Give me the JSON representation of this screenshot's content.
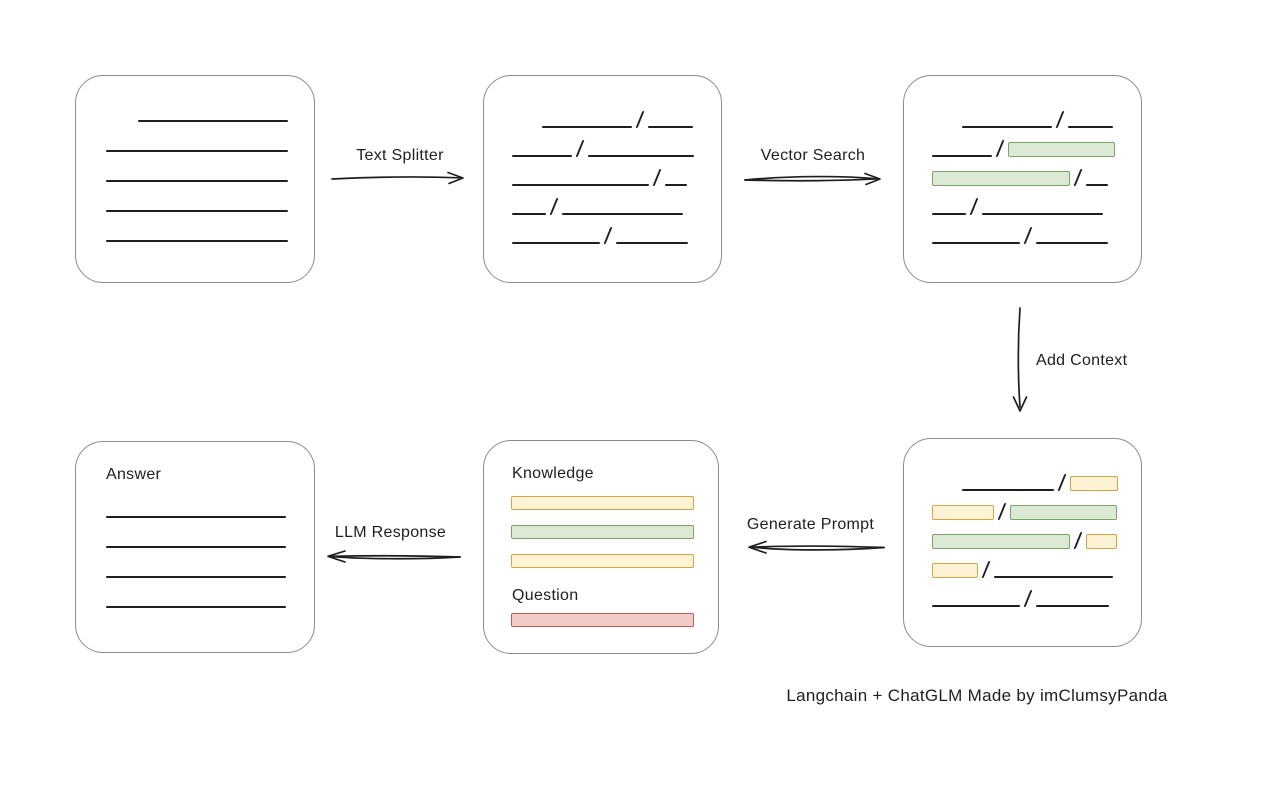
{
  "caption": "Langchain + ChatGLM Made by imClumsyPanda",
  "colors": {
    "ink": "#1e1e1e",
    "box_border": "#8c8c8c",
    "yellow_fill": "#fcf3d4",
    "yellow_border": "#d9a441",
    "green_fill": "#dcead5",
    "green_border": "#77a563",
    "red_fill": "#f1cbc8",
    "red_border": "#c05b56"
  },
  "arrows": {
    "text_splitter": {
      "label": "Text Splitter",
      "direction": "right"
    },
    "vector_search": {
      "label": "Vector Search",
      "direction": "right"
    },
    "add_context": {
      "label": "Add Context",
      "direction": "down"
    },
    "generate_prompt": {
      "label": "Generate Prompt",
      "direction": "left"
    },
    "llm_response": {
      "label": "LLM Response",
      "direction": "left"
    }
  },
  "nodes": {
    "source_document": {
      "lines": [
        {
          "w": 150,
          "ml": 32
        },
        {
          "w": 182
        },
        {
          "w": 182
        },
        {
          "w": 182
        },
        {
          "w": 182
        }
      ]
    },
    "split_chunks": {
      "rows": [
        [
          {
            "t": "line",
            "w": 90,
            "ml": 30
          },
          {
            "t": "slash"
          },
          {
            "t": "line",
            "w": 45
          }
        ],
        [
          {
            "t": "line",
            "w": 60
          },
          {
            "t": "slash"
          },
          {
            "t": "line",
            "w": 106
          }
        ],
        [
          {
            "t": "line",
            "w": 137
          },
          {
            "t": "slash"
          },
          {
            "t": "line",
            "w": 22
          }
        ],
        [
          {
            "t": "line",
            "w": 34
          },
          {
            "t": "slash"
          },
          {
            "t": "line",
            "w": 121
          }
        ],
        [
          {
            "t": "line",
            "w": 88
          },
          {
            "t": "slash"
          },
          {
            "t": "line",
            "w": 72
          }
        ]
      ]
    },
    "vector_result": {
      "rows": [
        [
          {
            "t": "line",
            "w": 90,
            "ml": 30
          },
          {
            "t": "slash"
          },
          {
            "t": "line",
            "w": 45
          }
        ],
        [
          {
            "t": "line",
            "w": 60
          },
          {
            "t": "slash"
          },
          {
            "t": "green",
            "w": 107
          }
        ],
        [
          {
            "t": "green",
            "w": 138
          },
          {
            "t": "slash"
          },
          {
            "t": "line",
            "w": 22
          }
        ],
        [
          {
            "t": "line",
            "w": 34
          },
          {
            "t": "slash"
          },
          {
            "t": "line",
            "w": 121
          }
        ],
        [
          {
            "t": "line",
            "w": 88
          },
          {
            "t": "slash"
          },
          {
            "t": "line",
            "w": 72
          }
        ]
      ]
    },
    "context_chunks": {
      "rows": [
        [
          {
            "t": "line",
            "w": 92,
            "ml": 30
          },
          {
            "t": "slash"
          },
          {
            "t": "yellow",
            "w": 48
          }
        ],
        [
          {
            "t": "yellow",
            "w": 62
          },
          {
            "t": "slash"
          },
          {
            "t": "green",
            "w": 107
          }
        ],
        [
          {
            "t": "green",
            "w": 138
          },
          {
            "t": "slash"
          },
          {
            "t": "yellow",
            "w": 31
          }
        ],
        [
          {
            "t": "yellow",
            "w": 46
          },
          {
            "t": "slash"
          },
          {
            "t": "line",
            "w": 119
          }
        ],
        [
          {
            "t": "line",
            "w": 88
          },
          {
            "t": "slash"
          },
          {
            "t": "line",
            "w": 73
          }
        ]
      ]
    },
    "prompt": {
      "knowledge_label": "Knowledge",
      "question_label": "Question",
      "knowledge_bars": [
        "yellow",
        "green",
        "yellow"
      ],
      "question_bar": "red"
    },
    "answer": {
      "label": "Answer",
      "lines": [
        {
          "w": 180
        },
        {
          "w": 180
        },
        {
          "w": 180
        },
        {
          "w": 180
        }
      ]
    }
  }
}
